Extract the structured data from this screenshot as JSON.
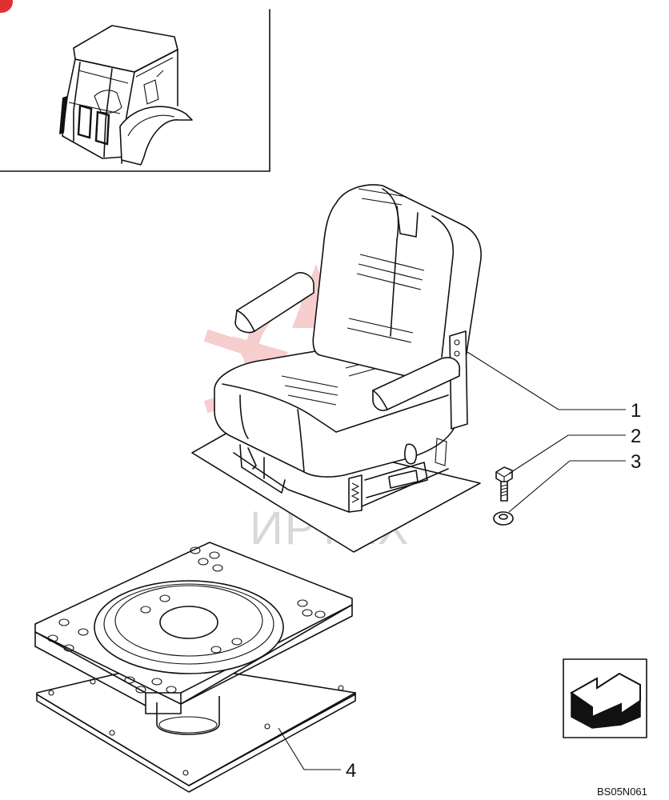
{
  "callouts": [
    {
      "label": "1"
    },
    {
      "label": "2"
    },
    {
      "label": "3"
    },
    {
      "label": "4"
    }
  ],
  "drawing_code": "BS05N061",
  "watermark": "ИРТЕХ",
  "colors": {
    "line": "#111111",
    "watermark": "#e86a6a",
    "corner_mark": "#e0302f",
    "background": "#ffffff"
  },
  "icons": {
    "navigation_arrow": "arrow-back-icon",
    "inset": "tractor-cab-icon"
  }
}
